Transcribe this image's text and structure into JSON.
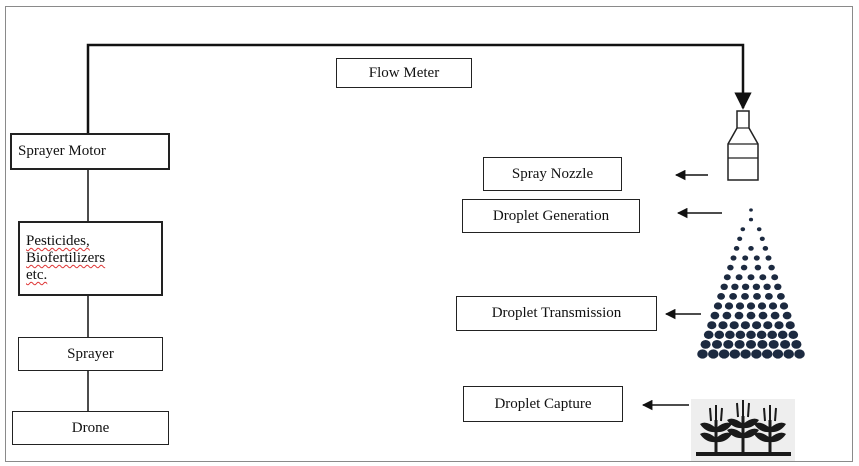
{
  "flow_meter": {
    "label": "Flow Meter"
  },
  "left_chain": {
    "sprayer_motor": "Sprayer Motor",
    "payload_lines": [
      "Pesticides,",
      "Biofertilizers",
      "etc."
    ],
    "sprayer": "Sprayer",
    "drone": "Drone"
  },
  "right_labels": {
    "spray_nozzle": "Spray Nozzle",
    "droplet_generation": "Droplet Generation",
    "droplet_transmission": "Droplet Transmission",
    "droplet_capture": "Droplet Capture"
  },
  "icons": [
    "nozzle-icon",
    "droplet-spray-icon",
    "crop-plants-icon"
  ],
  "colors": {
    "line": "#111111",
    "droplet": "#1c2a40",
    "border": "#8a8a8a"
  }
}
